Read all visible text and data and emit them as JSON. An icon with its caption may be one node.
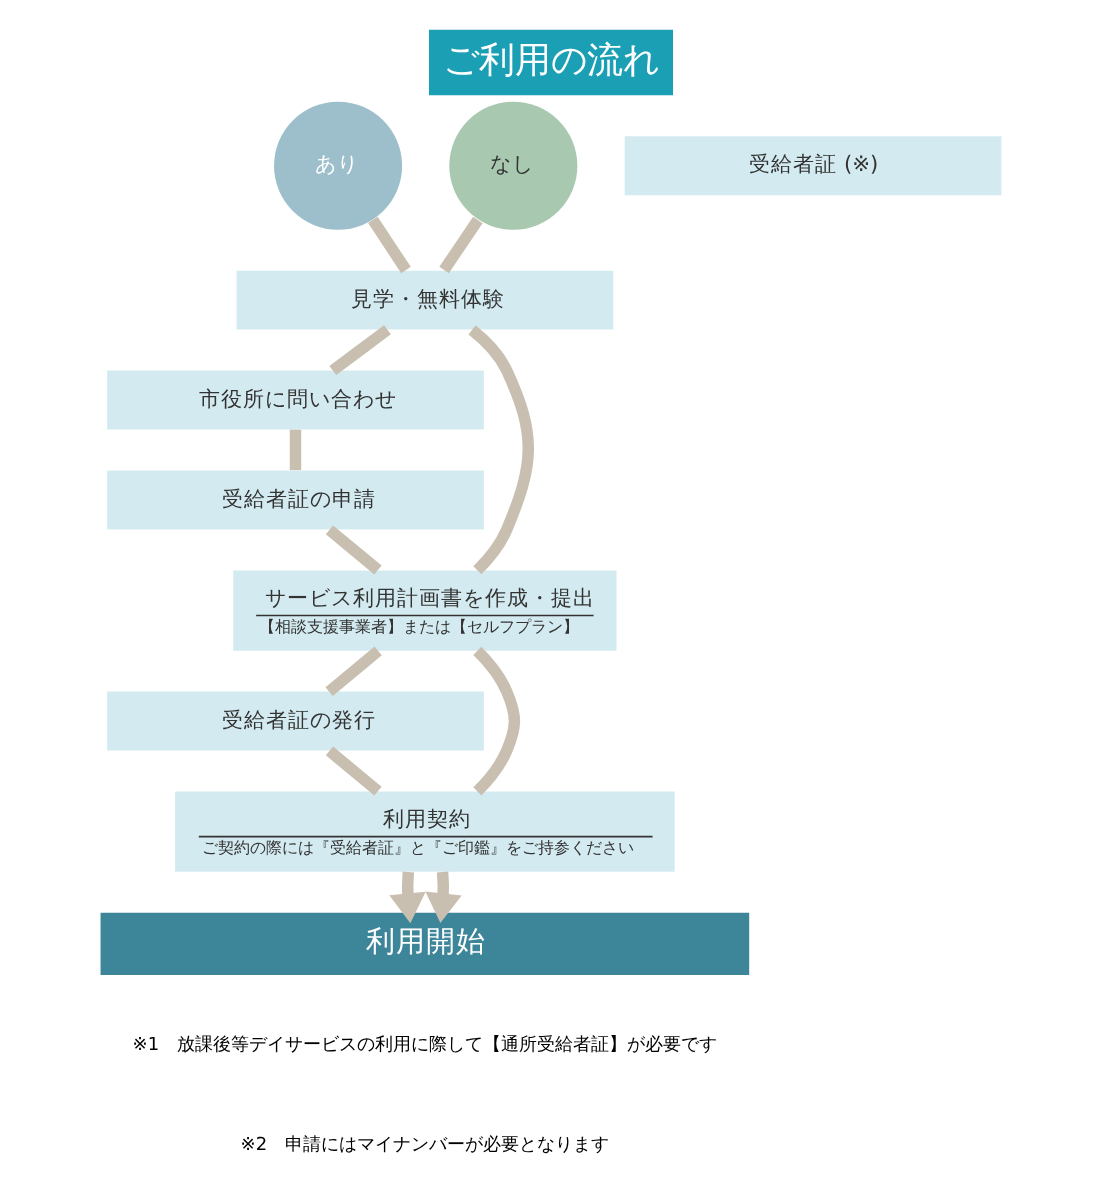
{
  "diagram": {
    "title": "ご利用の流れ",
    "nodes": [
      {
        "text": [
          "あり"
        ]
      },
      {
        "text": [
          "なし"
        ]
      },
      {
        "text": [
          "受給者証 (※)"
        ]
      },
      {
        "text": [
          "見学・無料体験"
        ]
      },
      {
        "text": [
          "市役所に問い合わせ"
        ]
      },
      {
        "text": [
          "受給者証の申請"
        ]
      },
      {
        "text": [
          "サービス利用計画書を作成・提出",
          "【相談支援事業者】または【セルフプラン】"
        ]
      },
      {
        "text": [
          "受給者証の発行"
        ]
      },
      {
        "text": [
          "利用契約",
          "ご契約の際には『受給者証』と『ご印鑑』をご持参ください"
        ]
      },
      {
        "text": [
          "利用開始"
        ]
      }
    ],
    "edges": [
      {
        "from": 0,
        "to": 3,
        "arrow": "none"
      },
      {
        "from": 3,
        "to": 6,
        "arrow": "none"
      },
      {
        "from": 6,
        "to": 8,
        "arrow": "none"
      },
      {
        "from": 8,
        "to": 9,
        "arrow": "to"
      },
      {
        "from": 1,
        "to": 3,
        "arrow": "none"
      },
      {
        "from": 3,
        "to": 4,
        "arrow": "none"
      },
      {
        "from": 4,
        "to": 5,
        "arrow": "none"
      },
      {
        "from": 5,
        "to": 6,
        "arrow": "none"
      },
      {
        "from": 6,
        "to": 7,
        "arrow": "none"
      },
      {
        "from": 7,
        "to": 8,
        "arrow": "none"
      },
      {
        "from": 8,
        "to": 9,
        "arrow": "to"
      }
    ],
    "labels": [
      "※1　放課後等デイサービスの利用に際して【通所受給者証】が必要です",
      "※2　申請にはマイナンバーが必要となります"
    ]
  }
}
